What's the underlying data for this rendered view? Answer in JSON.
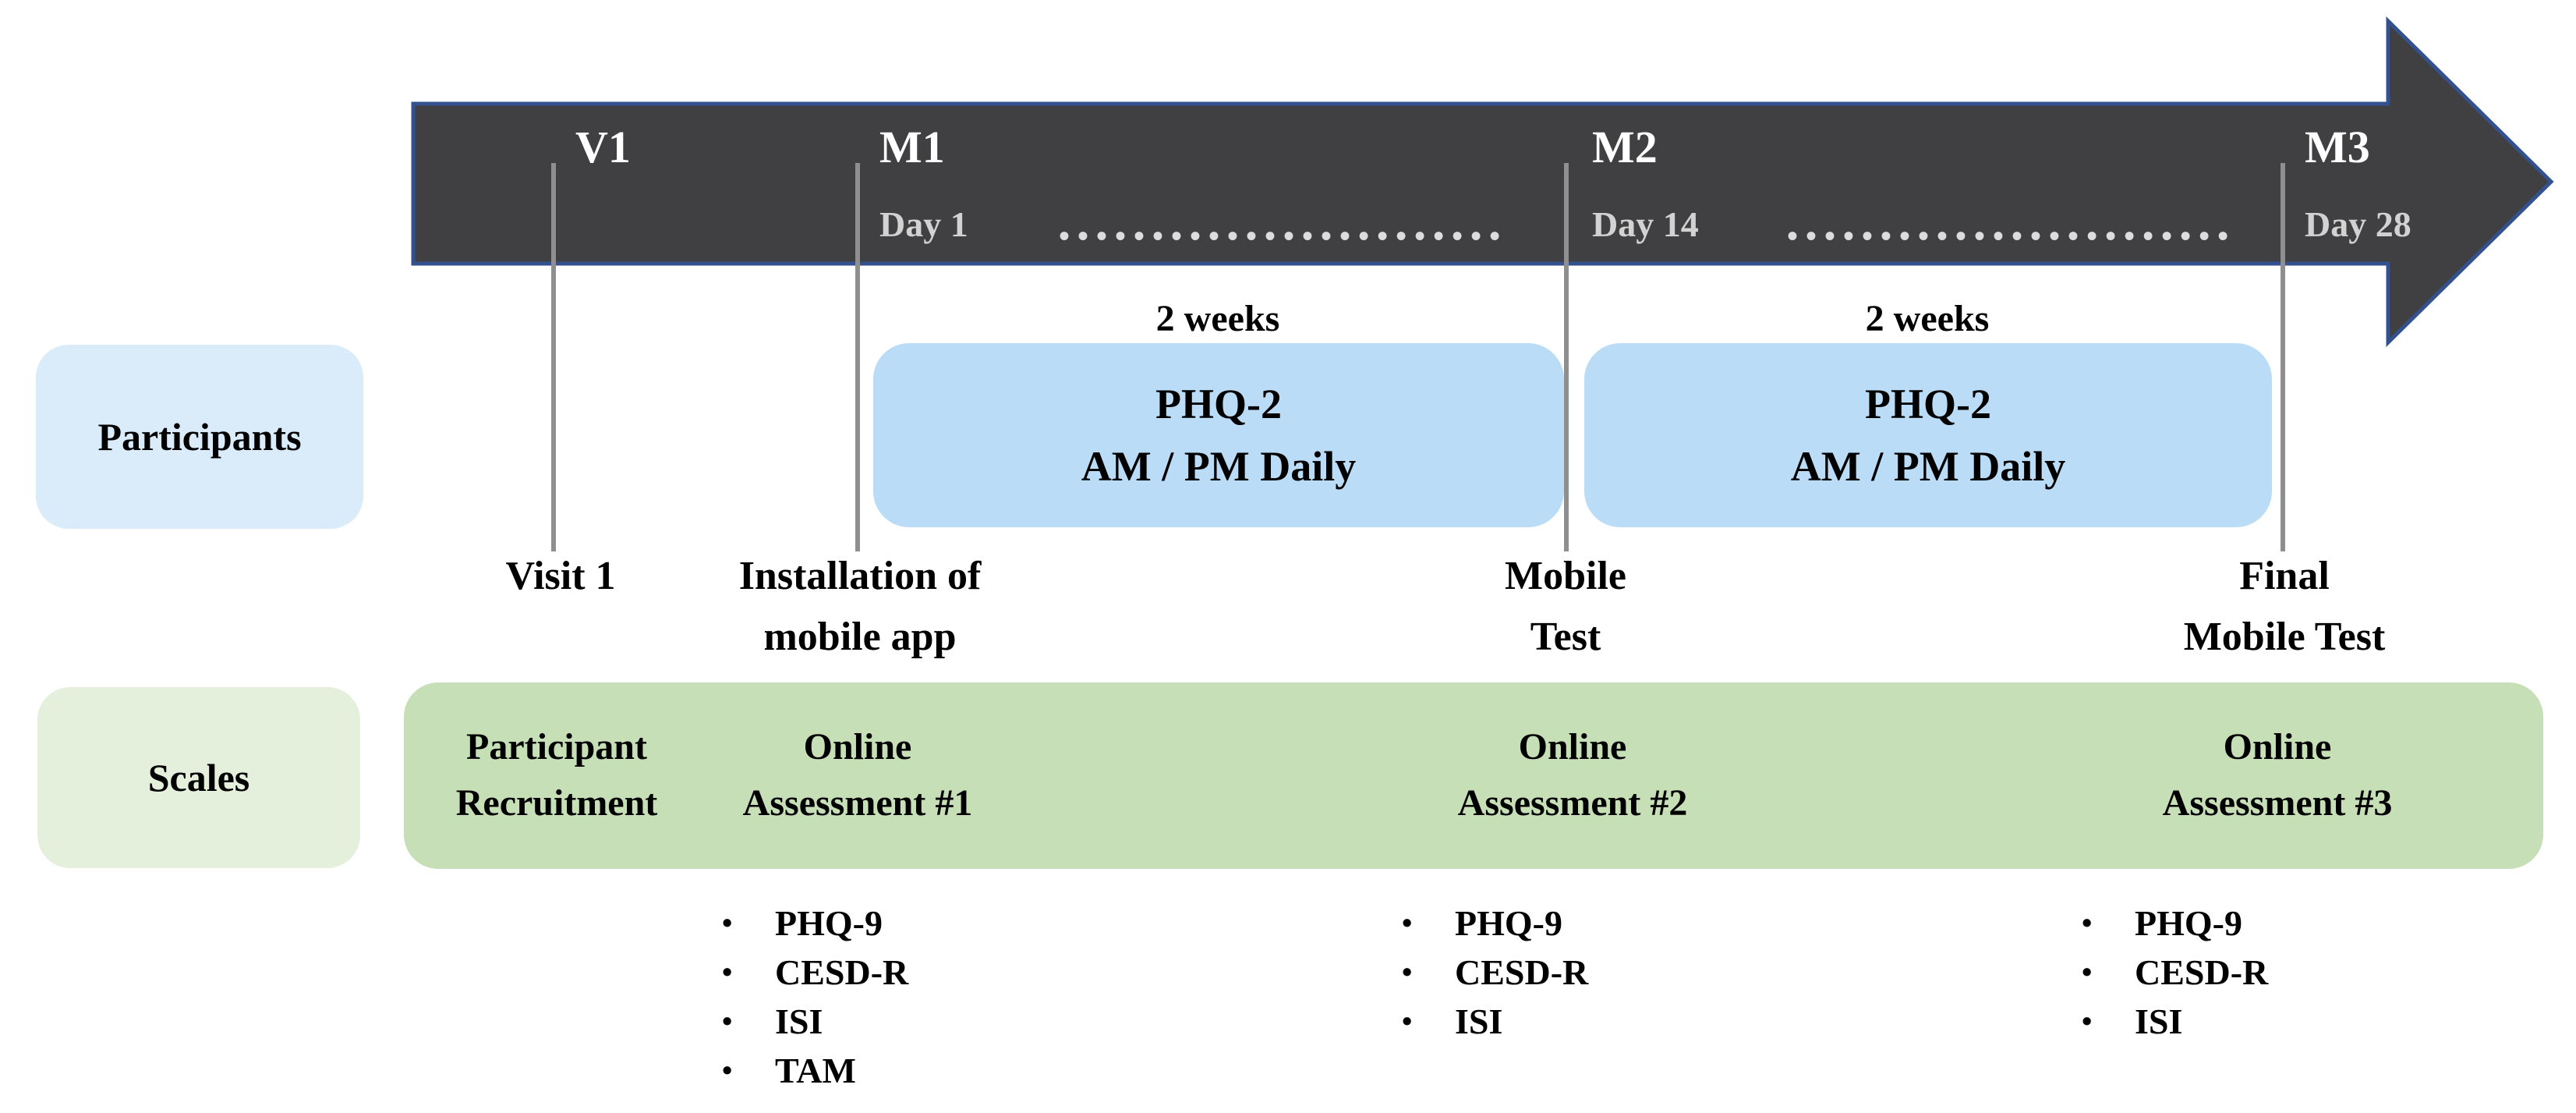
{
  "colors": {
    "arrow_fill": "#404042",
    "arrow_border": "#33508f",
    "phq2_box_blue": "#badcf7",
    "participants_box_blue": "#daebfa",
    "green_bar": "#c6dfb6",
    "scales_box_green": "#e4efdc",
    "gray_line": "#8f8f8f",
    "day_text_gray": "#d2d2d2"
  },
  "arrow": {
    "v1": "V1",
    "m1": "M1",
    "m1_day": "Day 1",
    "m2": "M2",
    "m2_day": "Day 14",
    "m3": "M3",
    "m3_day": "Day 28",
    "dots": "••••••••••••••••••••••••"
  },
  "participants_row": {
    "label": "Participants",
    "weeks1": "2 weeks",
    "weeks2": "2 weeks",
    "box1_line1": "PHQ-2",
    "box1_line2": "AM / PM Daily",
    "box2_line1": "PHQ-2",
    "box2_line2": "AM / PM Daily"
  },
  "events": {
    "visit1": "Visit 1",
    "install_line1": "Installation of",
    "install_line2": "mobile app",
    "mobile_line1": "Mobile",
    "mobile_line2": "Test",
    "final_line1": "Final",
    "final_line2": "Mobile Test"
  },
  "scales_row": {
    "label": "Scales",
    "recruit_line1": "Participant",
    "recruit_line2": "Recruitment",
    "a1_line1": "Online",
    "a1_line2": "Assessment #1",
    "a2_line1": "Online",
    "a2_line2": "Assessment #2",
    "a3_line1": "Online",
    "a3_line2": "Assessment #3"
  },
  "assessment_lists": {
    "list1": [
      "PHQ-9",
      "CESD-R",
      "ISI",
      "TAM"
    ],
    "list2": [
      "PHQ-9",
      "CESD-R",
      "ISI"
    ],
    "list3": [
      "PHQ-9",
      "CESD-R",
      "ISI"
    ]
  }
}
